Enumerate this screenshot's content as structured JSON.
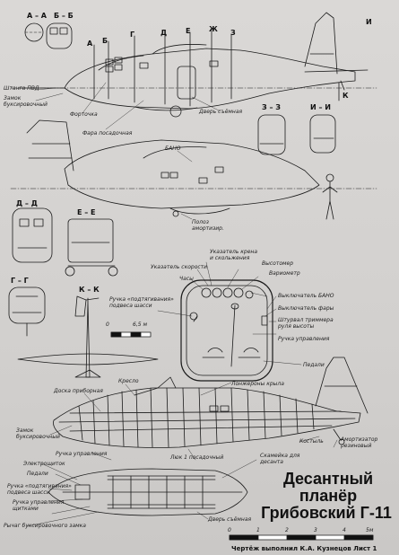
{
  "sections": {
    "aa": "А – А",
    "bb": "Б – Б",
    "a": "А",
    "b": "Б",
    "g": "Г",
    "d": "Д",
    "e": "Е",
    "zh": "Ж",
    "z": "З",
    "i": "И",
    "k": "К",
    "zz": "З – З",
    "ii": "И – И",
    "dd": "Д – Д",
    "ee": "Е – Е",
    "gg": "Г – Г",
    "kk": "К – К"
  },
  "labels": {
    "pvd": "Штанга ПВД",
    "tow_lock": "Замок\nбуксировочный",
    "vent": "Форточка",
    "landing_light": "Фара посадочная",
    "door_removable": "Дверь съёмная",
    "bano": "БАНО",
    "skid": "Полоз\nамортизир.",
    "bank_slip": "Указатель крена\nи скольжения",
    "speed": "Указатель скорости",
    "clock": "Часы",
    "altimeter": "Высотомер",
    "variometer": "Вариометр",
    "switch_bano": "Выключатель БАНО",
    "switch_light": "Выключатель фары",
    "trim": "Штурвал триммера\nруля высоты",
    "control_stick": "Ручка управления",
    "pedals_r": "Педали",
    "chassis_handle": "Ручка «подтягивания»\nподвеса шасси",
    "dashboard": "Доска приборная",
    "seat": "Кресло",
    "spar": "Лонжероны крыла",
    "tow_lock2": "Замок\nбуксировочный",
    "control_handle": "Ручка управления",
    "electric": "Электрощиток",
    "pedals": "Педали",
    "chassis_handle2": "Ручка «подтягивания»\nподвеса шасси",
    "flaps_handle": "Ручка управления\nщитками",
    "tow_release": "Рычаг буксировочного замка",
    "hatch": "Люк 1 посадочный",
    "bench": "Скамейка для\nдесанта",
    "door2": "Дверь съёмная",
    "tail_skid": "Костыль",
    "shock": "Амортизатор\nрезиновый"
  },
  "scales": {
    "scale_small": [
      "0",
      "6,5 м"
    ],
    "scale_main": [
      "0",
      "1",
      "2",
      "3",
      "4",
      "5м"
    ]
  },
  "title": {
    "line1": "Десантный",
    "line2": "планёр",
    "line3": "Грибовский Г-11"
  },
  "footer": "Чертёж выполнил К.А. Кузнецов   Лист 1"
}
